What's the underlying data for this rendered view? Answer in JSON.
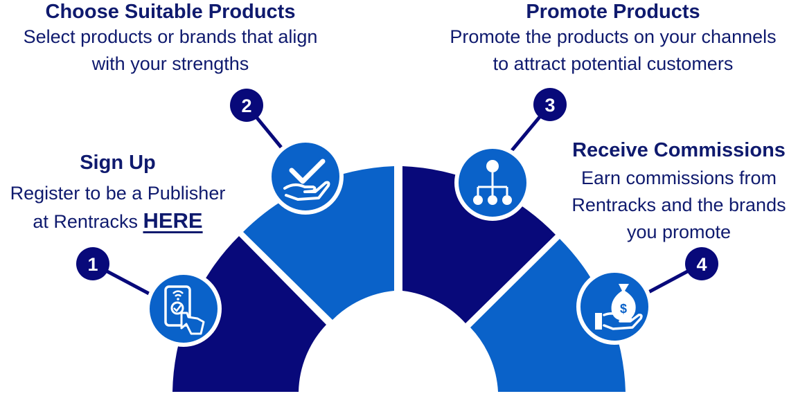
{
  "colors": {
    "navy": "#08097a",
    "blue": "#0a62c9",
    "text": "#0f1a6e",
    "white": "#ffffff"
  },
  "steps": [
    {
      "number": "1",
      "title": "Sign Up",
      "desc_lines": [
        "Register to be a Publisher",
        "at Rentracks"
      ],
      "link": "HERE",
      "icon": "phone-touch-check-icon"
    },
    {
      "number": "2",
      "title": "Choose Suitable Products",
      "desc_lines": [
        "Select products or brands that align",
        "with your strengths"
      ],
      "icon": "hand-check-icon"
    },
    {
      "number": "3",
      "title": "Promote Products",
      "desc_lines": [
        "Promote the products on your channels",
        "to attract potential customers"
      ],
      "icon": "network-hierarchy-icon"
    },
    {
      "number": "4",
      "title": "Receive Commissions",
      "desc_lines": [
        "Earn commissions from",
        "Rentracks and the brands",
        "you promote"
      ],
      "icon": "money-bag-hand-icon"
    }
  ]
}
